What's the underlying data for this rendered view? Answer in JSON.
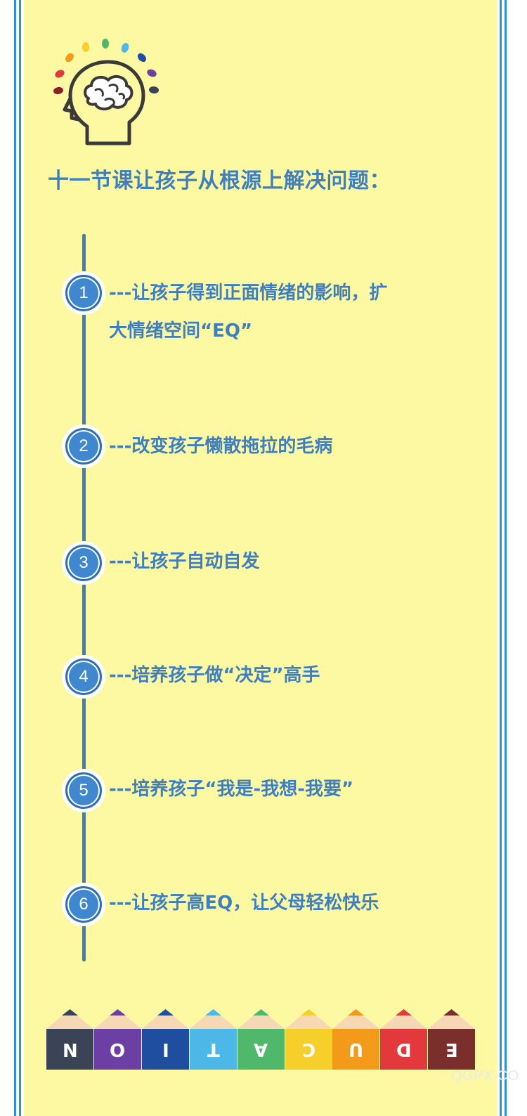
{
  "heading": "十一节课让孩子从根源上解决问题：",
  "steps": [
    {
      "number": "1",
      "lines": [
        "---让孩子得到正面情绪的影响，扩",
        "大情绪空间“EQ”"
      ]
    },
    {
      "number": "2",
      "lines": [
        "---改变孩子懒散拖拉的毛病"
      ]
    },
    {
      "number": "3",
      "lines": [
        "---让孩子自动自发"
      ]
    },
    {
      "number": "4",
      "lines": [
        "---培养孩子做“决定”高手"
      ]
    },
    {
      "number": "5",
      "lines": [
        "---培养孩子“我是-我想-我要”"
      ]
    },
    {
      "number": "6",
      "lines": [
        "---让孩子高EQ，让父母轻松快乐"
      ]
    }
  ],
  "pencils": [
    {
      "letter": "N",
      "color": "#3b4356"
    },
    {
      "letter": "O",
      "color": "#6b3fa3"
    },
    {
      "letter": "I",
      "color": "#1f4da0"
    },
    {
      "letter": "T",
      "color": "#4db8e8"
    },
    {
      "letter": "A",
      "color": "#4fb86a"
    },
    {
      "letter": "C",
      "color": "#f6cf2a"
    },
    {
      "letter": "U",
      "color": "#f39a1b"
    },
    {
      "letter": "D",
      "color": "#e3393c"
    },
    {
      "letter": "E",
      "color": "#7a2f2c"
    }
  ],
  "watermark": "QGPX.CO",
  "colors": {
    "accent": "#3f7fbf",
    "panel": "#fdf9a3",
    "frame": "#2f8fd0"
  }
}
